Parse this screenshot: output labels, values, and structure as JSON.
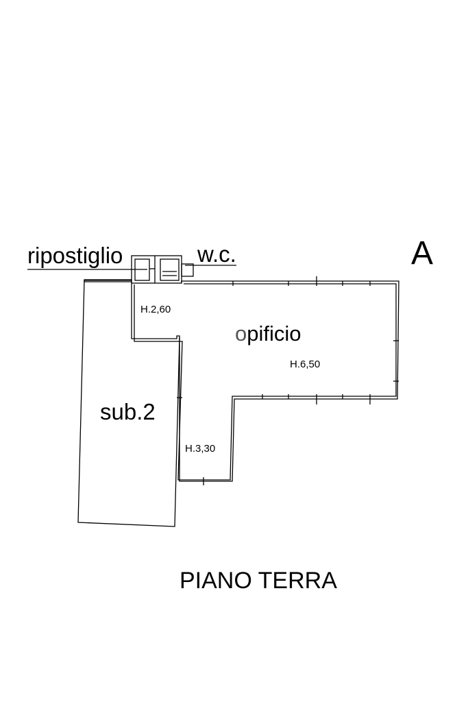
{
  "labels": {
    "ripostiglio": "ripostiglio",
    "wc": "w.c.",
    "section_marker": "A",
    "height_small": "H.2,60",
    "opificio_first": "o",
    "opificio_rest": "pificio",
    "height_main": "H.6,50",
    "sub2": "sub.2",
    "height_lower": "H.3,30",
    "floor_title": "PIANO TERRA"
  },
  "colors": {
    "line": "#000000",
    "background": "#ffffff",
    "opificio_first_letter": "#555555"
  }
}
